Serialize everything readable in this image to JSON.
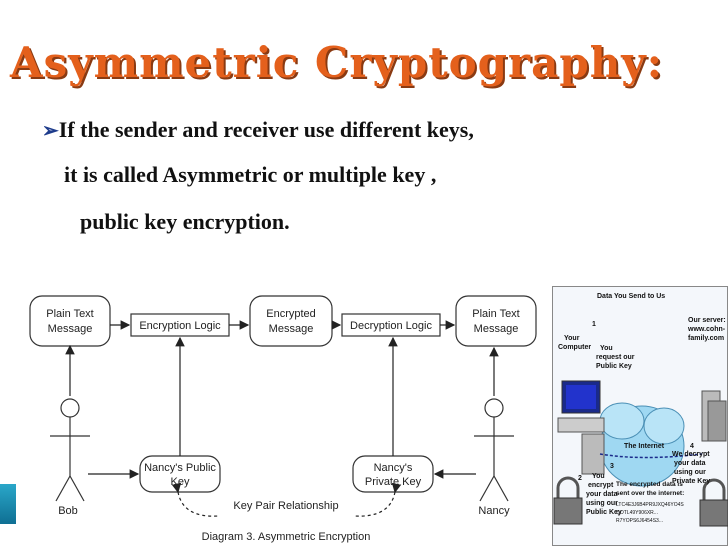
{
  "slide": {
    "title": "Asymmetric Cryptography:",
    "bullets": [
      "If the sender and receiver use different keys,",
      "it is called Asymmetric or multiple key ,",
      "public key encryption."
    ]
  },
  "diagram": {
    "plain_text_1": [
      "Plain Text",
      "Message"
    ],
    "encryption_logic": "Encryption Logic",
    "encrypted_message": [
      "Encrypted",
      "Message"
    ],
    "decryption_logic": "Decryption Logic",
    "plain_text_2": [
      "Plain Text",
      "Message"
    ],
    "public_key": [
      "Nancy's Public",
      "Key"
    ],
    "private_key": [
      "Nancy's",
      "Private Key"
    ],
    "key_pair": "Key Pair Relationship",
    "bob": "Bob",
    "nancy": "Nancy",
    "caption": "Diagram 3. Asymmetric Encryption"
  },
  "side_image": {
    "header": "Data You Send to Us",
    "step1": "1",
    "your_computer": [
      "Your",
      "Computer"
    ],
    "you_request": [
      "You",
      "request our",
      "Public Key"
    ],
    "our_server": [
      "Our server:",
      "www.cohn-",
      "family.com"
    ],
    "internet": "The Internet",
    "we_decrypt": [
      "We decrypt",
      "your data",
      "using our",
      "Private Key"
    ],
    "step2": "2",
    "you_encrypt": [
      "You",
      "encrypt",
      "your data",
      "using our",
      "Public Key"
    ],
    "step3": "3",
    "encrypted_sent": [
      "The encrypted data is",
      "sent over the internet:"
    ],
    "cipher": [
      "LTC4E3J6B4PR9JXQ46YO4S",
      "QOTL49Y906XR...",
      "R7YOPS6J6454S3..."
    ],
    "step4": "4"
  },
  "colors": {
    "title": "#e4601c",
    "title_shadow": "#8a3a12",
    "bullet_arrow": "#1e3c8c",
    "accent": "#1f8fb3"
  }
}
